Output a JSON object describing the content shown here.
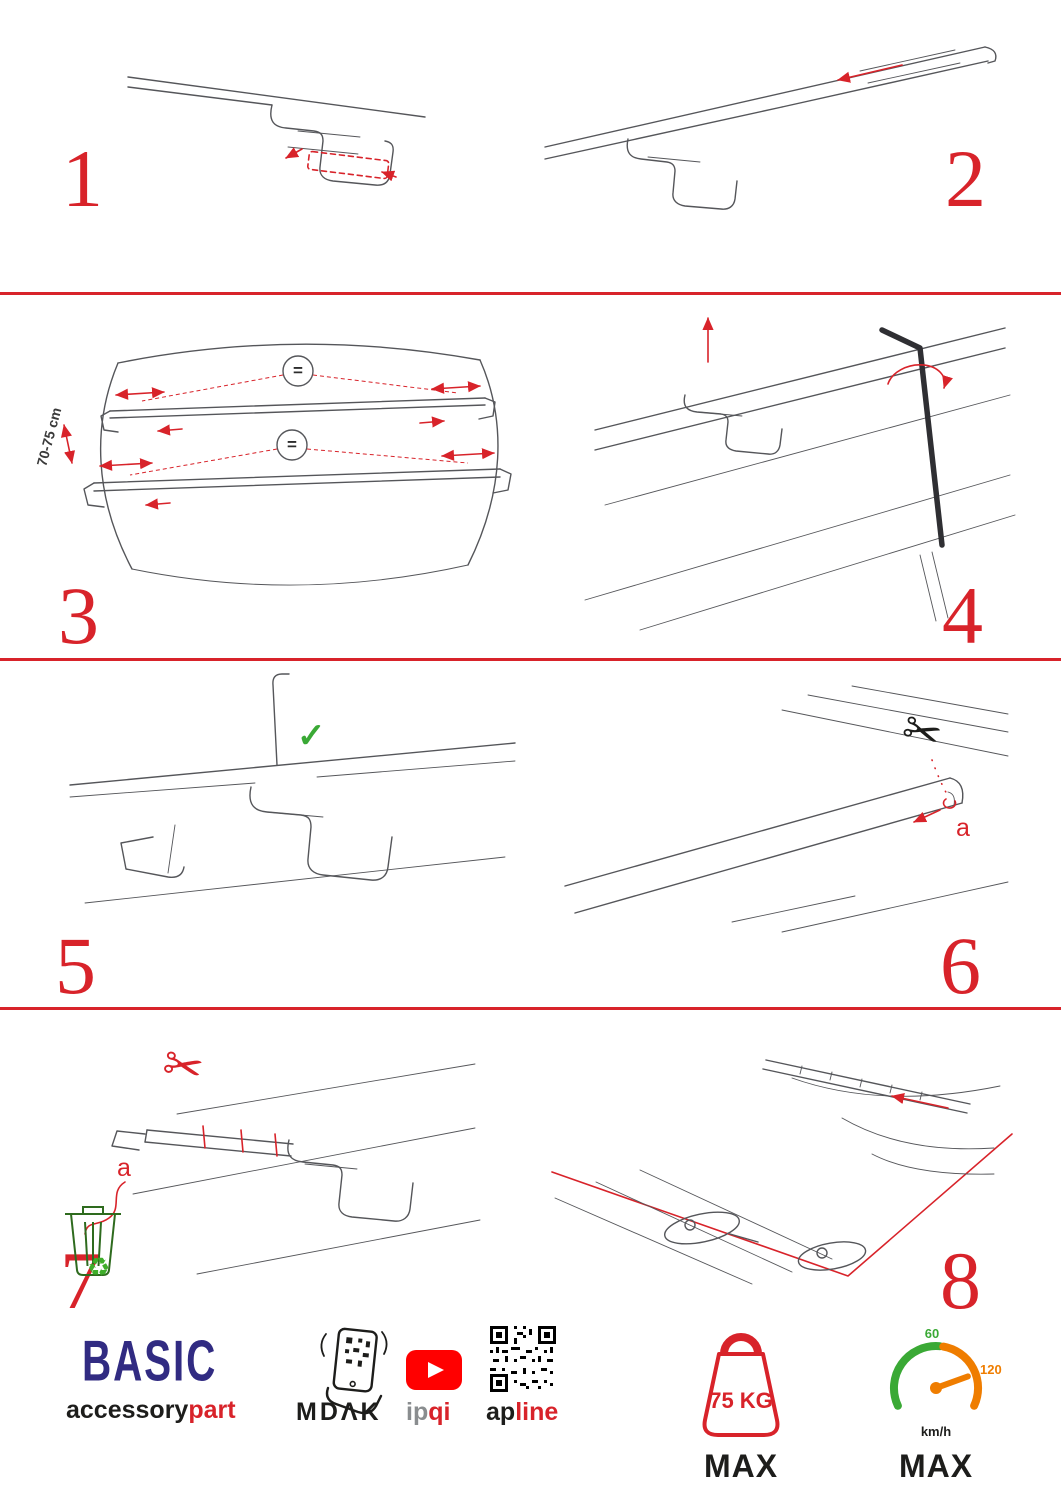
{
  "accent": "#d8232a",
  "steps": [
    {
      "num": "1"
    },
    {
      "num": "2"
    },
    {
      "num": "3"
    },
    {
      "num": "4"
    },
    {
      "num": "5"
    },
    {
      "num": "6"
    },
    {
      "num": "7"
    },
    {
      "num": "8"
    }
  ],
  "labels": {
    "equal": "=",
    "measure": "70-75 cm",
    "a": "a"
  },
  "icons": {
    "scissors": "✂",
    "check": "✓",
    "recycle": "♻"
  },
  "footer": {
    "brand": "BASIC",
    "accessory": "accessory",
    "part": "part",
    "mdak": "MDΛK",
    "ip": "ip",
    "qi": "qi",
    "ap": "ap",
    "line": "line",
    "weight_value": "75 KG",
    "weight_max": "MAX",
    "speed_60": "60",
    "speed_120": "120",
    "speed_unit": "km/h",
    "speed_max": "MAX"
  }
}
